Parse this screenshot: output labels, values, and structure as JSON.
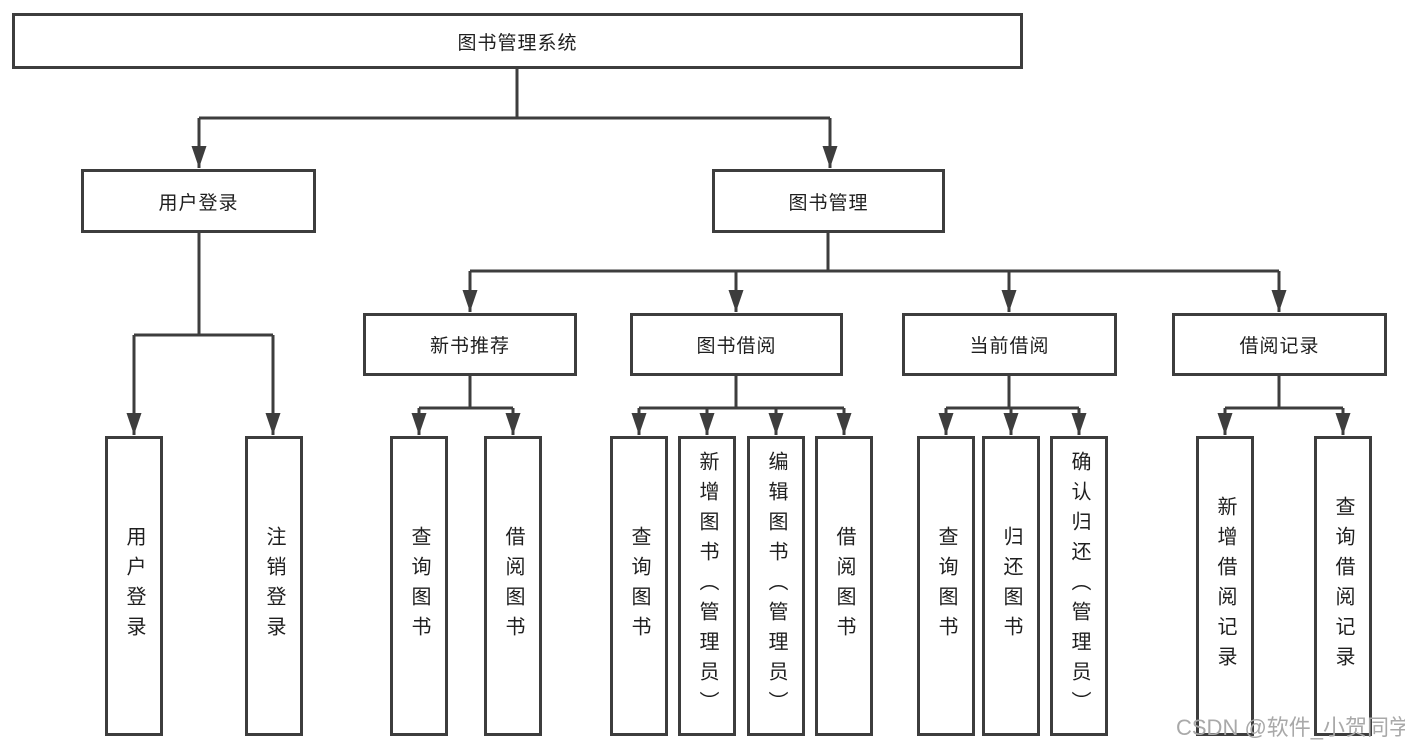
{
  "colors": {
    "line": "#3d3d3d",
    "border": "#3d3d3d",
    "text": "#1f1f1f",
    "watermark": "#a9a9a9",
    "bg": "#ffffff"
  },
  "tree": {
    "label": "图书管理系统",
    "children": [
      {
        "label": "用户登录",
        "children": [
          {
            "label": "用户登录"
          },
          {
            "label": "注销登录"
          }
        ]
      },
      {
        "label": "图书管理",
        "children": [
          {
            "label": "新书推荐",
            "children": [
              {
                "label": "查询图书"
              },
              {
                "label": "借阅图书"
              }
            ]
          },
          {
            "label": "图书借阅",
            "children": [
              {
                "label": "查询图书"
              },
              {
                "label": "新增图书（管理员）"
              },
              {
                "label": "编辑图书（管理员）"
              },
              {
                "label": "借阅图书"
              }
            ]
          },
          {
            "label": "当前借阅",
            "children": [
              {
                "label": "查询图书"
              },
              {
                "label": "归还图书"
              },
              {
                "label": "确认归还（管理员）"
              }
            ]
          },
          {
            "label": "借阅记录",
            "children": [
              {
                "label": "新增借阅记录"
              },
              {
                "label": "查询借阅记录"
              }
            ]
          }
        ]
      }
    ]
  },
  "watermark": {
    "text": "CSDN @软件_小贺同学"
  }
}
